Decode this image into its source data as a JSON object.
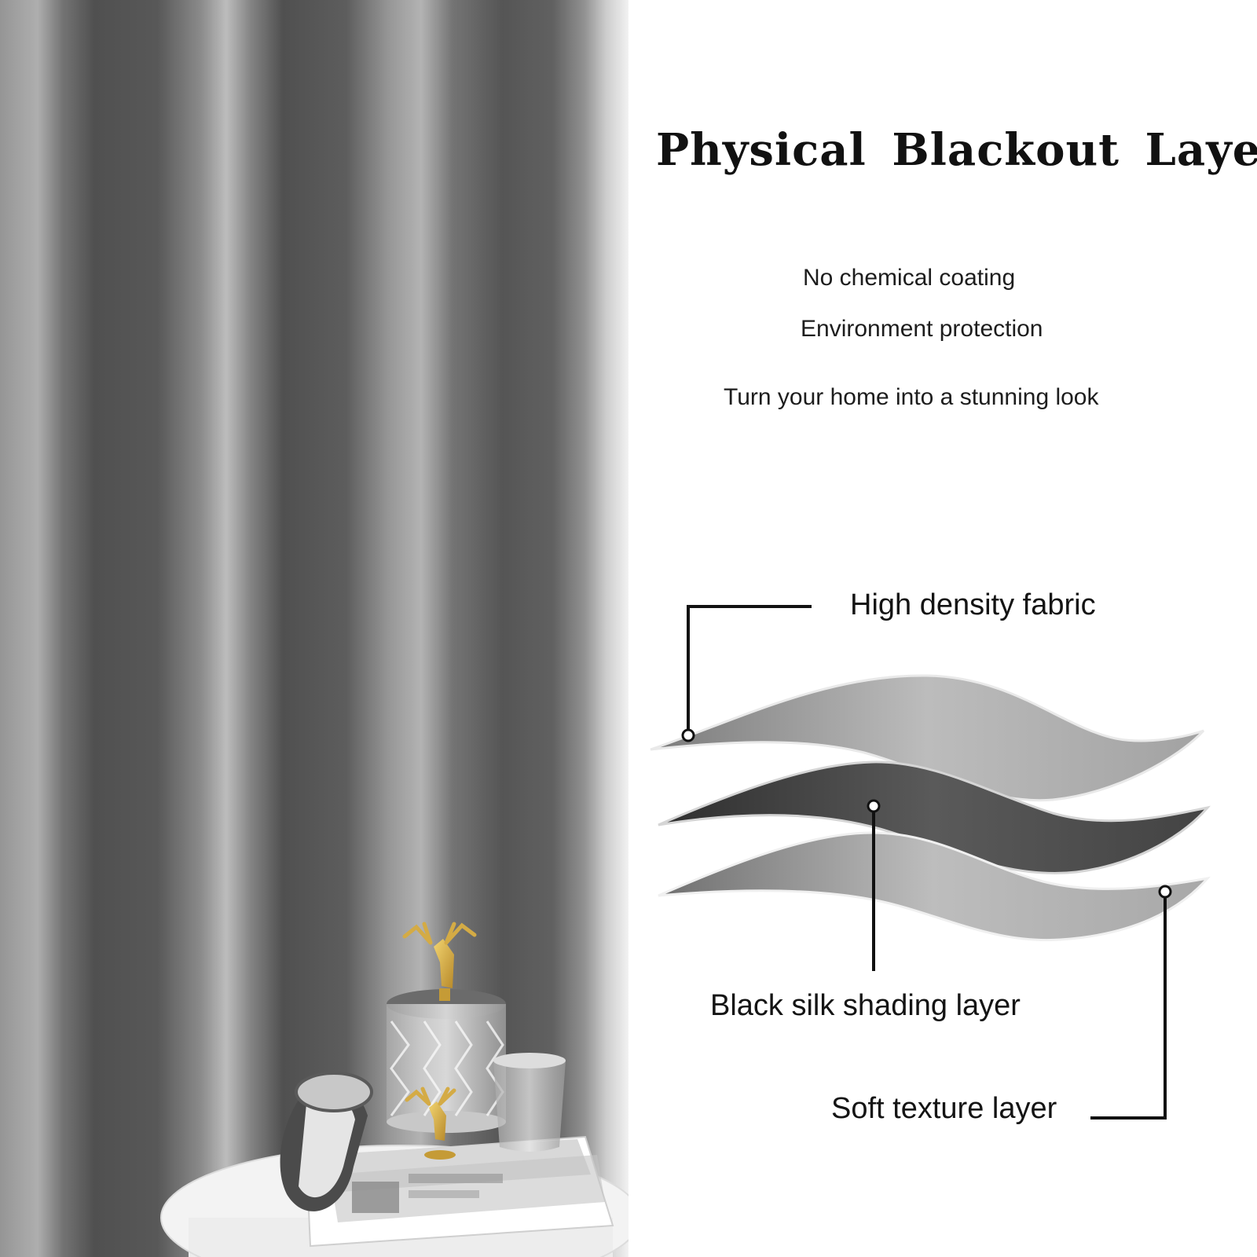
{
  "headline": "Physical Blackout Layer",
  "features": [
    "No chemical coating",
    "Environment protection",
    "Turn your home into a stunning look"
  ],
  "layers": [
    "High density fabric",
    "Black silk shading layer",
    "Soft texture layer"
  ],
  "colors": {
    "curtain_dark": "#5f5f5f",
    "curtain_light": "#a6a6a6",
    "layer_light": "#9a9a9a",
    "layer_dark": "#3d3d3d",
    "callout_line": "#111111",
    "table_top": "#f5f5f5"
  }
}
